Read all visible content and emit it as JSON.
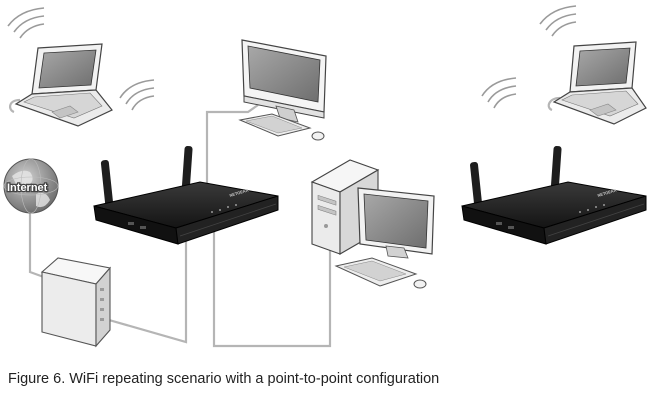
{
  "caption": "Figure 6. WiFi repeating scenario with a point-to-point configuration",
  "labels": {
    "internet": "Internet",
    "router_brand": "NETGEAR"
  },
  "nodes": [
    {
      "name": "internet-globe",
      "icon": "globe-icon"
    },
    {
      "name": "modem",
      "icon": "modem-icon"
    },
    {
      "name": "laptop-left",
      "icon": "laptop-icon"
    },
    {
      "name": "router-main",
      "icon": "router-icon"
    },
    {
      "name": "desktop-imac",
      "icon": "monitor-icon"
    },
    {
      "name": "desktop-tower-pc",
      "icon": "desktop-pc-icon"
    },
    {
      "name": "router-repeater",
      "icon": "router-icon"
    },
    {
      "name": "laptop-right",
      "icon": "laptop-icon"
    }
  ],
  "colors": {
    "router": "#1e1e1e",
    "cable": "#b5b5b5",
    "device_light": "#f0f0f0",
    "screen": "#8e8e8e",
    "globe": "#8f8f8f"
  }
}
